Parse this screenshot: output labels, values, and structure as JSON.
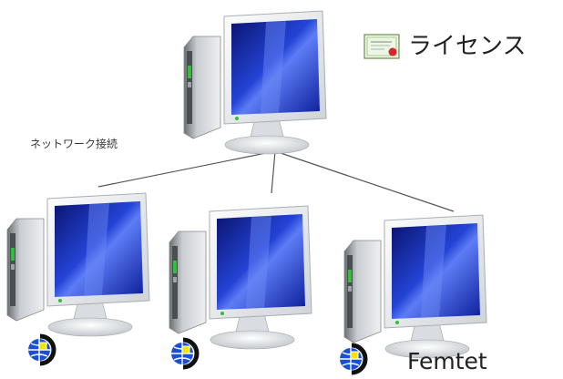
{
  "diagram": {
    "server": {
      "label": "ライセンス",
      "icon": "license-certificate-icon"
    },
    "network_label": "ネットワーク接続",
    "clients": [
      {
        "icon": "femtet-logo-icon",
        "label": ""
      },
      {
        "icon": "femtet-logo-icon",
        "label": ""
      },
      {
        "icon": "femtet-logo-icon",
        "label": "Femtet"
      }
    ],
    "colors": {
      "screen_dark": "#0b1a8f",
      "screen_light": "#4a6df0",
      "logo_blue": "#1b4fd6",
      "logo_yellow": "#f2e600",
      "line": "#555555"
    }
  }
}
